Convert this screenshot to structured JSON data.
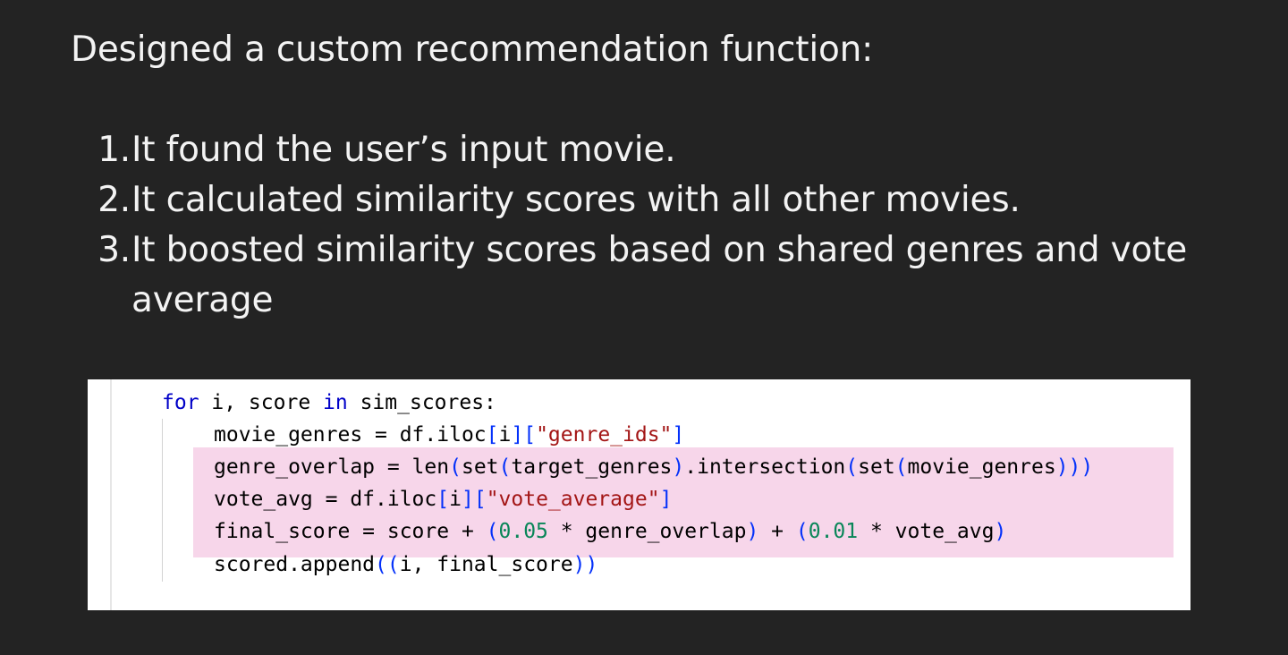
{
  "slide": {
    "heading": "Designed a custom recommendation function:",
    "steps": [
      {
        "number": "1.",
        "text": "It found the user’s input movie."
      },
      {
        "number": "2.",
        "text": "It calculated similarity scores with all other movies."
      },
      {
        "number": "3.",
        "text": "It boosted similarity scores based on shared genres and vote average"
      }
    ]
  },
  "code": {
    "line1": {
      "kw_for": "for",
      "t1": " i, score ",
      "kw_in": "in",
      "t2": " sim_scores:"
    },
    "line2": {
      "t1": "movie_genres = df.iloc",
      "b1": "[",
      "t2": "i",
      "b2": "]",
      "b3": "[",
      "s1": "\"genre_ids\"",
      "b4": "]"
    },
    "line3": {
      "t1": "genre_overlap = len",
      "b1": "(",
      "t2": "set",
      "b2": "(",
      "t3": "target_genres",
      "b3": ")",
      "t4": ".intersection",
      "b4": "(",
      "t5": "set",
      "b5": "(",
      "t6": "movie_genres",
      "b6": ")))"
    },
    "line4": {
      "t1": "vote_avg = df.iloc",
      "b1": "[",
      "t2": "i",
      "b2": "]",
      "b3": "[",
      "s1": "\"vote_average\"",
      "b4": "]"
    },
    "line5": {
      "t1": "final_score = score + ",
      "b1": "(",
      "n1": "0.05",
      "t2": " * genre_overlap",
      "b2": ")",
      "t3": " + ",
      "b3": "(",
      "n2": "0.01",
      "t4": " * vote_avg",
      "b4": ")"
    },
    "line6": {
      "t1": "scored.append",
      "b1": "((",
      "t2": "i, final_score",
      "b2": "))"
    }
  },
  "colors": {
    "background": "#232323",
    "text": "#f3f3f3",
    "code_background": "#ffffff",
    "highlight": "#f7d6ea",
    "keyword": "#0000c8",
    "string": "#a31515",
    "number": "#098658",
    "bracket": "#0431fa"
  }
}
